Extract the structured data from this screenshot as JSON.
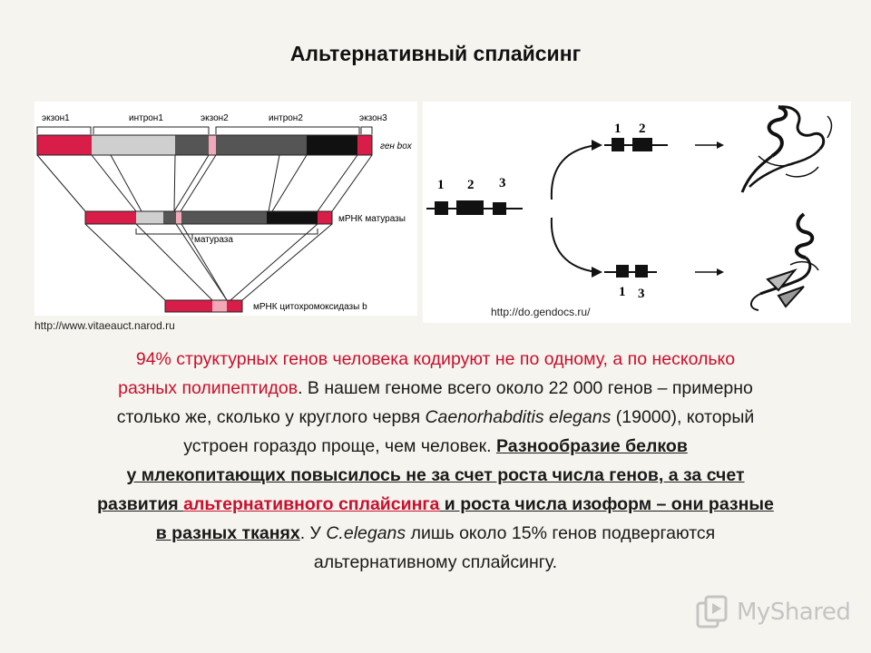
{
  "title": "Альтернативный сплайсинг",
  "left_figure": {
    "labels": {
      "exon1": "экзон1",
      "intron1": "интрон1",
      "exon2": "экзон2",
      "intron2": "интрон2",
      "exon3": "экзон3",
      "gene": "ген box",
      "mrna_maturase": "мРНК матуразы",
      "maturase": "матураза",
      "mrna_cytochrome": "мРНК цитохромоксидазы b"
    },
    "source": "http://www.vitaeauct.narod.ru"
  },
  "right_figure": {
    "gene_labels": [
      "1",
      "2",
      "3"
    ],
    "top_labels": [
      "1",
      "2"
    ],
    "bottom_labels": [
      "1",
      "3"
    ],
    "source": "http://do.gendocs.ru/"
  },
  "paragraph": {
    "l1": [
      {
        "t": "94% структурных генов человека кодируют не по одному, а по несколько",
        "s": "red"
      }
    ],
    "l2": [
      {
        "t": "разных полипептидов",
        "s": "red"
      },
      {
        "t": ". В нашем геноме всего около 22 000 генов – примерно",
        "s": ""
      }
    ],
    "l3": [
      {
        "t": "столько же, сколько у круглого червя ",
        "s": ""
      },
      {
        "t": "Caenorhabditis elegans",
        "s": "it"
      },
      {
        "t": " (19000), который",
        "s": ""
      }
    ],
    "l4": [
      {
        "t": "устроен гораздо проще, чем человек. ",
        "s": ""
      },
      {
        "t": "Разнообразие белков",
        "s": "bu"
      }
    ],
    "l5": [
      {
        "t": "у млекопитающих повысилось не за счет роста числа генов, а за счет",
        "s": "bu"
      }
    ],
    "l6": [
      {
        "t": "развития ",
        "s": "bu"
      },
      {
        "t": "альтернативного сплайсинга",
        "s": "bu-red"
      },
      {
        "t": " и роста числа изоформ – они разные",
        "s": "bu"
      }
    ],
    "l7": [
      {
        "t": "в разных тканях",
        "s": "bu"
      },
      {
        "t": ". У ",
        "s": ""
      },
      {
        "t": "C.elegans",
        "s": "it"
      },
      {
        "t": " лишь около 15% генов подвергаются",
        "s": ""
      }
    ],
    "l8": [
      {
        "t": "альтернативному сплайсингу.",
        "s": ""
      }
    ]
  },
  "watermark": {
    "text": "MyShared",
    "icon": "myshared-logo-icon"
  },
  "colors": {
    "exon": "#d81e48",
    "exon_light": "#f2a8b8",
    "intron_light": "#cfcfcf",
    "intron_mid": "#555555",
    "intron_dark": "#111111",
    "text_red": "#c8102e"
  }
}
